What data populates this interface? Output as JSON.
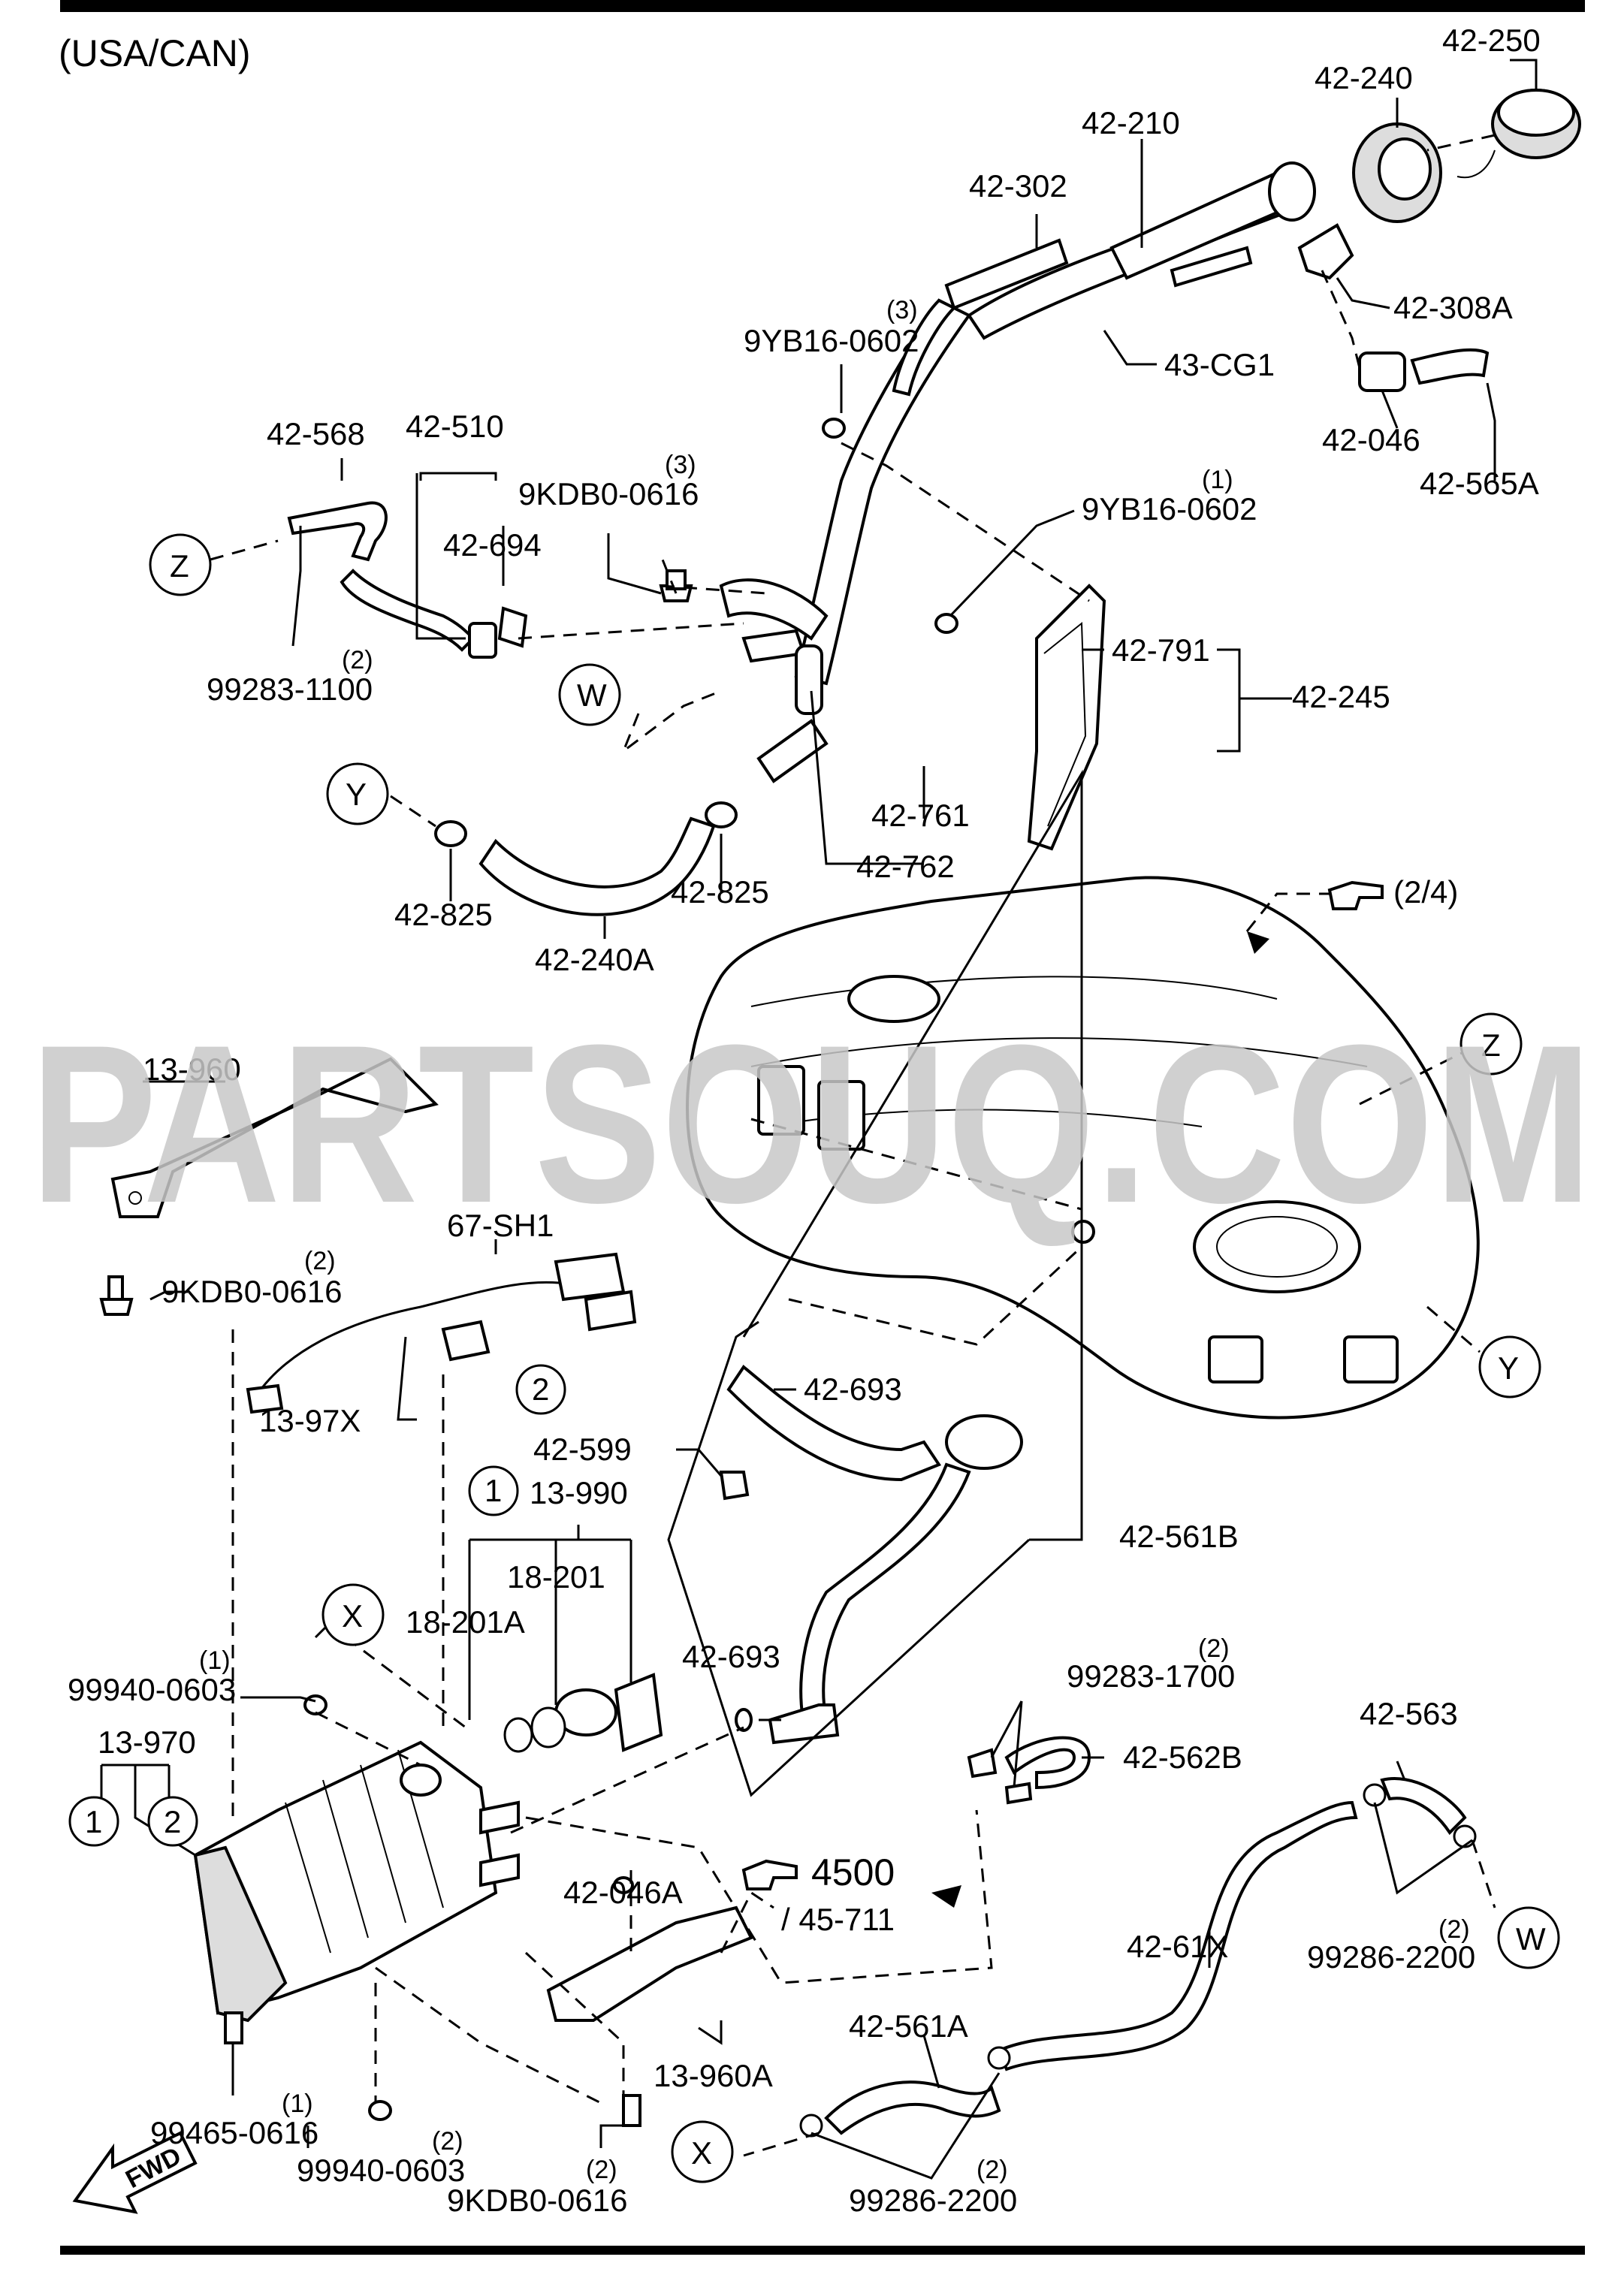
{
  "header": "(USA/CAN)",
  "watermark": "PARTSOUQ.COM",
  "ref_note": "(2/4)",
  "see_ref": "4500",
  "see_ref_sub": "/ 45-711",
  "fwd": "FWD",
  "markers": {
    "W": "W",
    "X": "X",
    "Y": "Y",
    "Z": "Z",
    "one": "1",
    "two": "2"
  },
  "labels": {
    "p42_250": "42-250",
    "p42_240": "42-240",
    "p42_210": "42-210",
    "p42_302": "42-302",
    "p42_308A": "42-308A",
    "p9YB16_a": "9YB16-0602",
    "p9YB16_a_qty": "(3)",
    "p43_CG1": "43-CG1",
    "p42_046": "42-046",
    "p42_565A": "42-565A",
    "p42_568": "42-568",
    "p42_510": "42-510",
    "p9KDB0_a": "9KDB0-0616",
    "p9KDB0_a_qty": "(3)",
    "p9YB16_b": "9YB16-0602",
    "p9YB16_b_qty": "(1)",
    "p42_694": "42-694",
    "p99283_1100": "99283-1100",
    "p99283_1100_qty": "(2)",
    "p42_791": "42-791",
    "p42_245": "42-245",
    "p42_761": "42-761",
    "p42_762": "42-762",
    "p42_825a": "42-825",
    "p42_825b": "42-825",
    "p42_240A": "42-240A",
    "p13_960": "13-960",
    "p67_SH1": "67-SH1",
    "p9KDB0_b": "9KDB0-0616",
    "p9KDB0_b_qty": "(2)",
    "p13_97X": "13-97X",
    "p42_693a": "42-693",
    "p42_599": "42-599",
    "p13_990": "13-990",
    "p18_201": "18-201",
    "p18_201A": "18-201A",
    "p42_561B": "42-561B",
    "p42_693b": "42-693",
    "p99940_a": "99940-0603",
    "p99940_a_qty": "(1)",
    "p13_970": "13-970",
    "p99283_1700": "99283-1700",
    "p99283_1700_qty": "(2)",
    "p42_562B": "42-562B",
    "p42_563": "42-563",
    "p42_046A": "42-046A",
    "p42_61X": "42-61X",
    "p99286_a": "99286-2200",
    "p99286_a_qty": "(2)",
    "p13_960A": "13-960A",
    "p99465": "99465-0616",
    "p99465_qty": "(1)",
    "p99940_b": "99940-0603",
    "p99940_b_qty": "(2)",
    "p42_561A": "42-561A",
    "p9KDB0_c": "9KDB0-0616",
    "p9KDB0_c_qty": "(2)",
    "p99286_b": "99286-2200",
    "p99286_b_qty": "(2)"
  }
}
